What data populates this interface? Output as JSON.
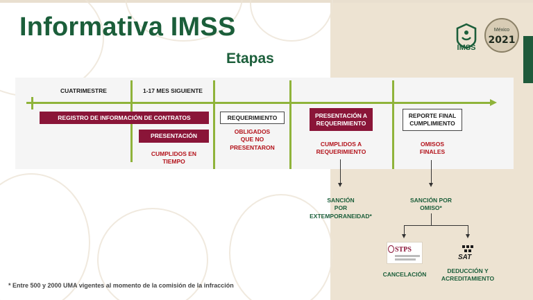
{
  "header": {
    "title": "Informativa IMSS",
    "subtitle": "Etapas"
  },
  "logos": {
    "imss_text": "IMSS",
    "year_text": "2021",
    "year_small": "México"
  },
  "timeline": {
    "periods": [
      "CUATRIMESTRE",
      "1-17 MES SIGUIENTE"
    ]
  },
  "stages": {
    "registro": "REGISTRO DE INFORMACIÓN DE CONTRATOS",
    "presentacion": "PRESENTACIÓN",
    "cumplidos_tiempo": [
      "CUMPLIDOS EN",
      "TIEMPO"
    ],
    "requerimiento": "REQUERIMIENTO",
    "obligados": [
      "OBLIGADOS",
      "QUE NO",
      "PRESENTARON"
    ],
    "presentacion_requerimiento": [
      "PRESENTACIÓN A",
      "REQUERIMIENTO"
    ],
    "cumplidos_requerimiento": [
      "CUMPLIDOS A",
      "REQUERIMIENTO"
    ],
    "reporte_final": [
      "REPORTE FINAL",
      "CUMPLIMIENTO"
    ],
    "omisos_finales": [
      "OMISOS",
      "FINALES"
    ]
  },
  "sanctions": {
    "extemporaneidad": [
      "SANCIÓN",
      "POR",
      "EXTEMPORANEIDAD*"
    ],
    "omiso": [
      "SANCIÓN POR",
      "OMISO*"
    ],
    "cancelacion": "CANCELACIÓN",
    "deduccion": [
      "DEDUCCIÓN Y",
      "ACREDITAMIENTO"
    ],
    "stps_label": "STPS",
    "sat_label": "SAT"
  },
  "footnote": "* Entre 500 y 2000 UMA vigentes al momento de la comisión de la infracción",
  "colors": {
    "brand_green": "#1b5e3a",
    "timeline_green": "#8fb33a",
    "maroon": "#8a1538",
    "red_text": "#b3131b",
    "panel_beige": "#ede3d2"
  }
}
